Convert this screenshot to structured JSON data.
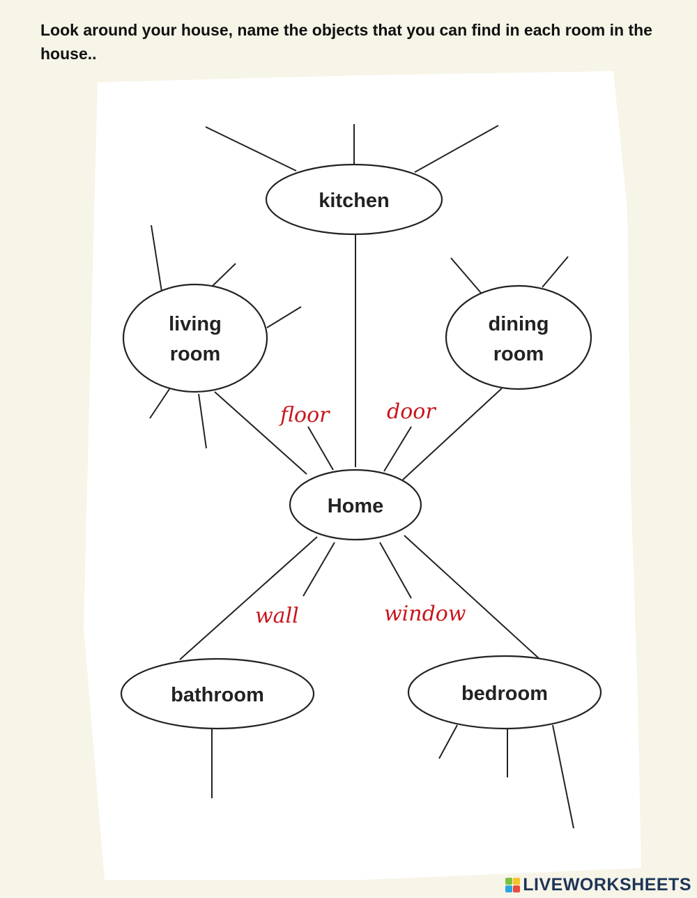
{
  "instruction": "Look around your house, name the objects that you can find in each room in the house..",
  "diagram": {
    "center": "Home",
    "rooms": {
      "kitchen": "kitchen",
      "living_room_line1": "living",
      "living_room_line2": "room",
      "dining_room_line1": "dining",
      "dining_room_line2": "room",
      "bathroom": "bathroom",
      "bedroom": "bedroom"
    },
    "answers": {
      "floor": "floor",
      "door": "door",
      "wall": "wall",
      "window": "window"
    }
  },
  "colors": {
    "answer_text": "#c8161d",
    "background": "#f7f4e8",
    "sheet": "#ffffff"
  },
  "footer": {
    "brand": "LIVEWORKSHEETS",
    "logo_colors": [
      "#7cc242",
      "#f7c325",
      "#2aa7df",
      "#e84c3d"
    ]
  }
}
